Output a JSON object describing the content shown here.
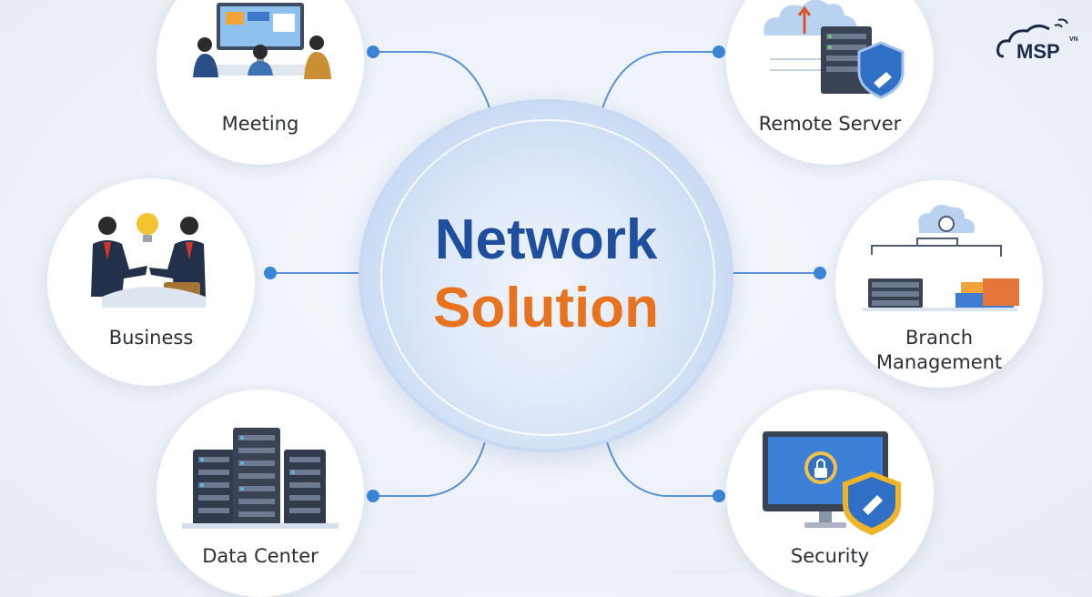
{
  "center": {
    "line1": "Network",
    "line2": "Solution"
  },
  "brand": {
    "logo_text": "MSP",
    "logo_suffix": "VN"
  },
  "nodes": {
    "meeting": {
      "label": "Meeting"
    },
    "remote_server": {
      "label": "Remote Server"
    },
    "business": {
      "label": "Business"
    },
    "branch_management": {
      "label_line1": "Branch",
      "label_line2": "Management"
    },
    "data_center": {
      "label": "Data Center"
    },
    "security": {
      "label": "Security"
    }
  },
  "colors": {
    "primary_blue": "#1f4f9c",
    "accent_orange": "#e8731f",
    "connector": "#4f8fd6",
    "dot": "#3a85d8"
  }
}
